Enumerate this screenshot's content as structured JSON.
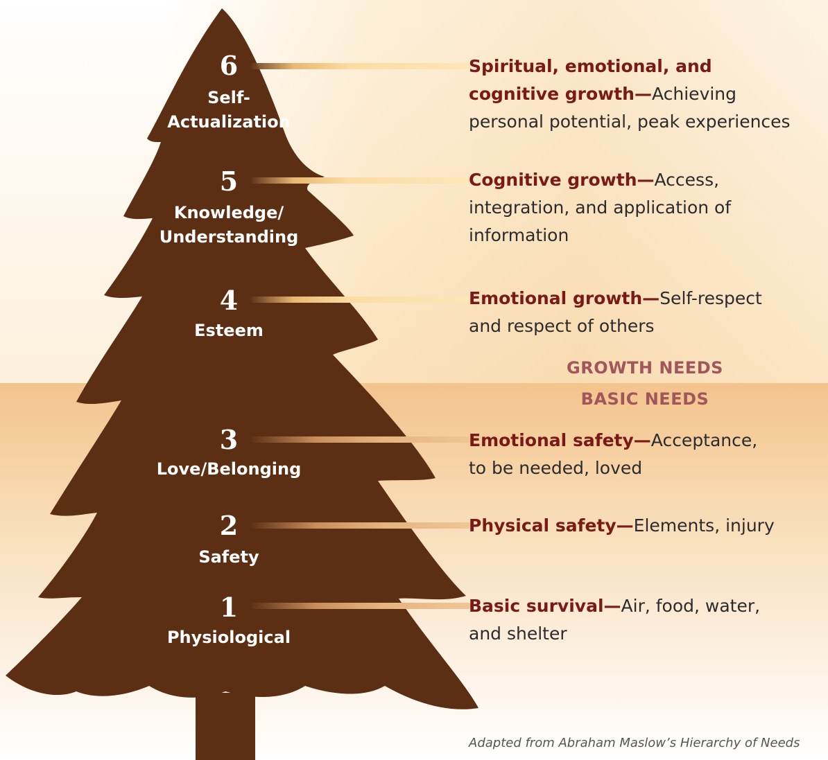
{
  "levels": [
    {
      "number": "6",
      "name": "Self-\nActualization",
      "lead": "Spiritual, emotional, and cognitive growth—",
      "text": "Achieving personal potential, peak experiences"
    },
    {
      "number": "5",
      "name": "Knowledge/\nUnderstanding",
      "lead": "Cognitive growth—",
      "text": "Access, integration, and application of information"
    },
    {
      "number": "4",
      "name": "Esteem",
      "lead": "Emotional growth—",
      "text": "Self-respect and respect of others"
    },
    {
      "number": "3",
      "name": "Love/Belonging",
      "lead": "Emotional safety—",
      "text": "Acceptance, to be needed, loved"
    },
    {
      "number": "2",
      "name": "Safety",
      "lead": "Physical safety—",
      "text": "Elements, injury"
    },
    {
      "number": "1",
      "name": "Physiological",
      "lead": "Basic survival—",
      "text": "Air, food, water, and shelter"
    }
  ],
  "sections": {
    "growth_label": "GROWTH NEEDS",
    "basic_label": "BASIC NEEDS"
  },
  "source_note": "Adapted from Abraham Maslow’s Hierarchy of Needs",
  "colors": {
    "tree": "#5c2f15",
    "lead_text": "#7a1a16",
    "section_label": "#a0565a",
    "connector_light": "#fbdca3"
  }
}
